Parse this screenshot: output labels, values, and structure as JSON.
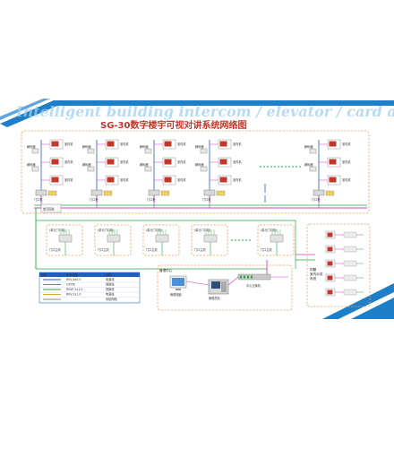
{
  "banner": {
    "text": "Intelligent building intercom / elevator / card access control system"
  },
  "title": "SG-30数字楼宇可视对讲系统网络图",
  "floor_node_label": "室内机",
  "decoder_label": "解码器",
  "riser_labels": [
    "门口机",
    "层间分配器"
  ],
  "gateway_label": "单元网关",
  "switch_label": "交换机",
  "unit_box_label": "(单元门口机)",
  "unit_box_caption": "门口主机",
  "management": {
    "title": "管理中心",
    "pc_label": "管理电脑",
    "console_label": "管理员机",
    "server_label": "中心交换机"
  },
  "right_panel": {
    "label": "别墅\n室内对讲\n系统"
  },
  "legend": {
    "columns": [
      "线型",
      "型号规格",
      "说明"
    ],
    "rows": [
      [
        "",
        "RVV-4x0.5",
        "电源线"
      ],
      [
        "",
        "CAT5E",
        "网络线"
      ],
      [
        "",
        "RVVP-2x1.0",
        "视频线"
      ],
      [
        "",
        "RVV-2x1.0",
        "电源线"
      ],
      [
        "",
        "",
        "系统网络"
      ]
    ],
    "colors": [
      "#1f5fbf",
      "#d23fc8",
      "#2aa640",
      "#e0a020",
      "#888888"
    ]
  },
  "colors": {
    "accent_blue": "#1e7fc8",
    "dashed_orange": "#f0a060",
    "line_magenta": "#d23fc8",
    "line_green": "#2aa640"
  }
}
